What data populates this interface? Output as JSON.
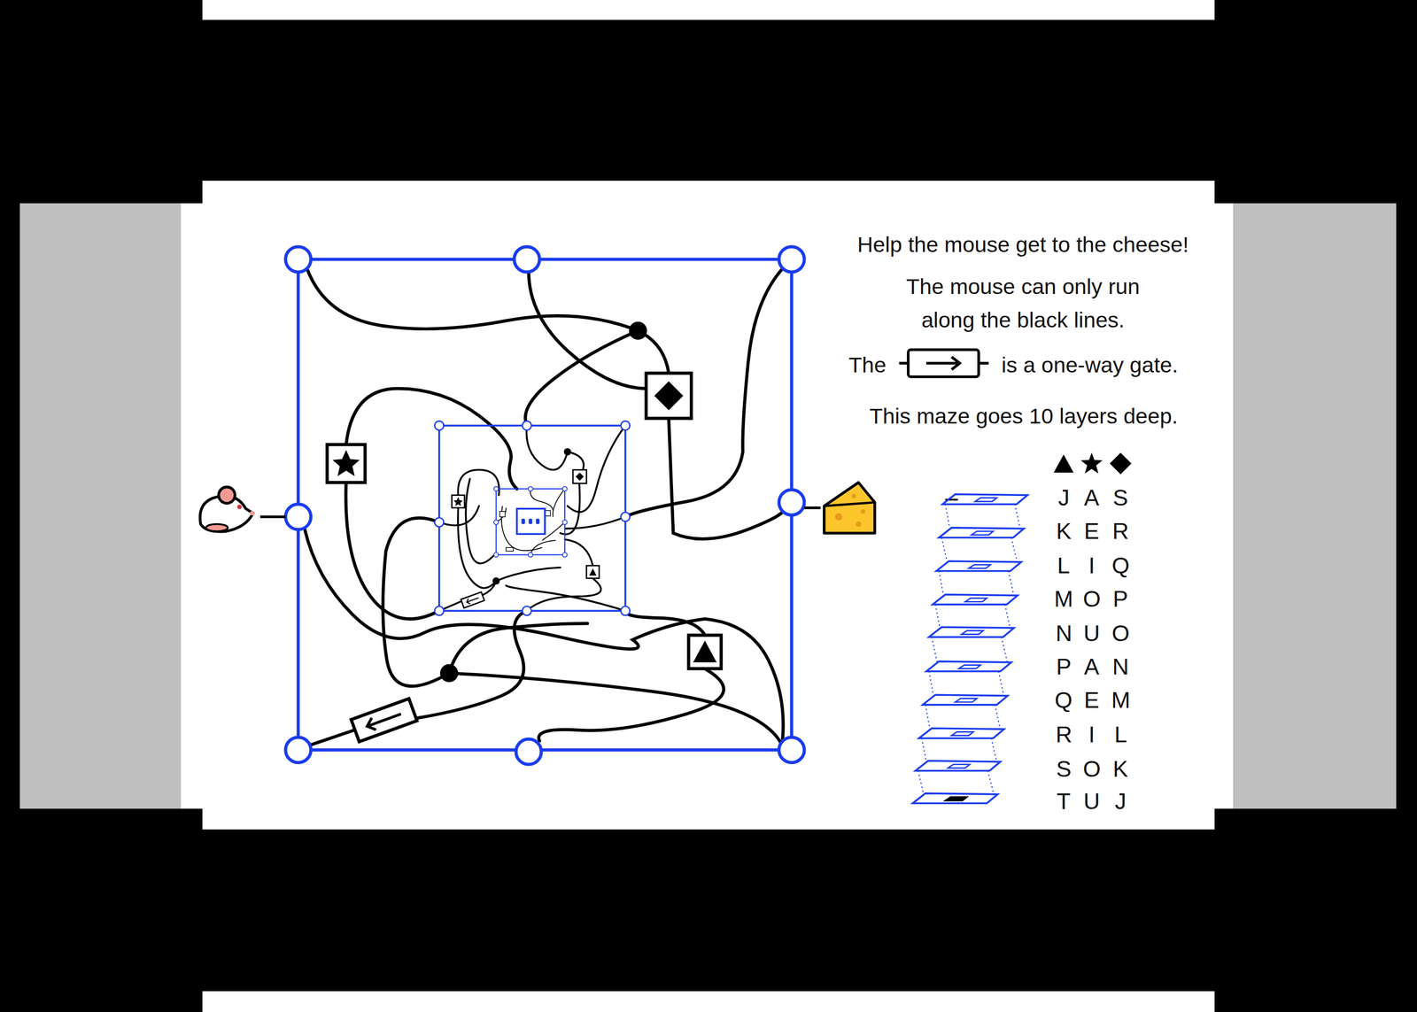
{
  "diagram": {
    "title": "Help the mouse get to the cheese!",
    "labels": [
      "The mouse can only run along the black lines.",
      "The",
      "is a one-way gate.",
      "This maze goes 10 layers deep.",
      "J",
      "A",
      "S",
      "K",
      "E",
      "R",
      "L",
      "I",
      "Q",
      "M",
      "O",
      "P",
      "N",
      "U",
      "O",
      "P",
      "A",
      "N",
      "Q",
      "E",
      "M",
      "R",
      "I",
      "L",
      "S",
      "O",
      "K",
      "T",
      "U",
      "J"
    ]
  }
}
